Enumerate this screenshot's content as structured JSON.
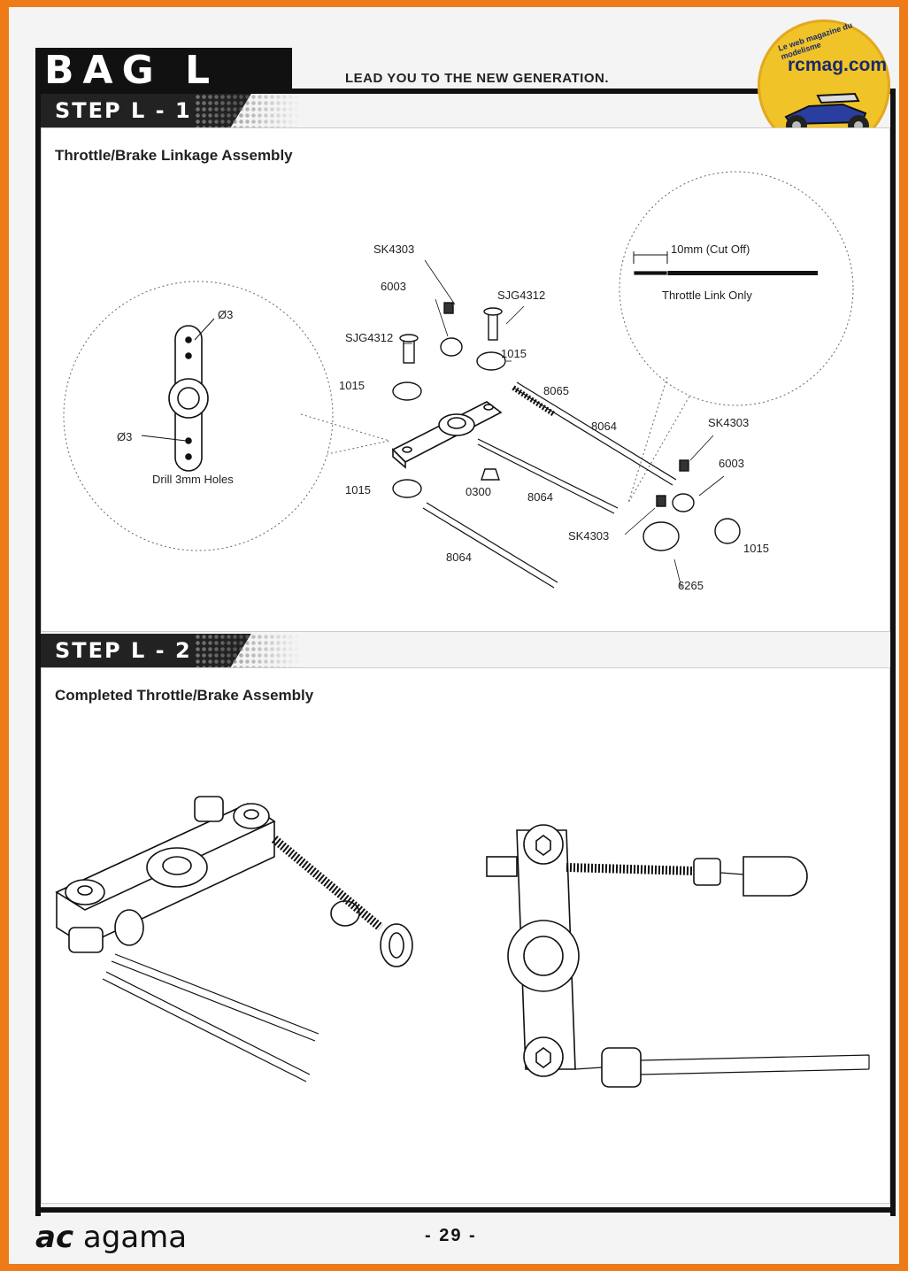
{
  "header": {
    "brand": "BAG L",
    "tagline": "LEAD YOU TO THE NEW GENERATION."
  },
  "watermark": {
    "site": "rcmag.com",
    "slogan": "Le web magazine du modelisme"
  },
  "step1": {
    "label": "STEP L - 1",
    "title": "Throttle/Brake Linkage Assembly",
    "detail_left": {
      "hole_top": "Ø3",
      "hole_bottom": "Ø3",
      "note": "Drill 3mm Holes"
    },
    "detail_right": {
      "cut": "10mm (Cut Off)",
      "note": "Throttle Link Only"
    },
    "parts": {
      "sk4303_a": "SK4303",
      "p6003_a": "6003",
      "sjg4312_a": "SJG4312",
      "sjg4312_b": "SJG4312",
      "p1015_a": "1015",
      "p1015_b": "1015",
      "p8065": "8065",
      "p8064_a": "8064",
      "sk4303_b": "SK4303",
      "p6003_b": "6003",
      "p1015_c": "1015",
      "p0300": "0300",
      "p8064_b": "8064",
      "sk4303_c": "SK4303",
      "p1015_d": "1015",
      "p8064_c": "8064",
      "p6265": "6265"
    }
  },
  "step2": {
    "label": "STEP L - 2",
    "title": "Completed Throttle/Brake Assembly"
  },
  "footer": {
    "brand": "agama",
    "page": "- 29 -"
  },
  "colors": {
    "border": "#ee7a18",
    "frame": "#111111",
    "watermark": "#f0c328"
  }
}
